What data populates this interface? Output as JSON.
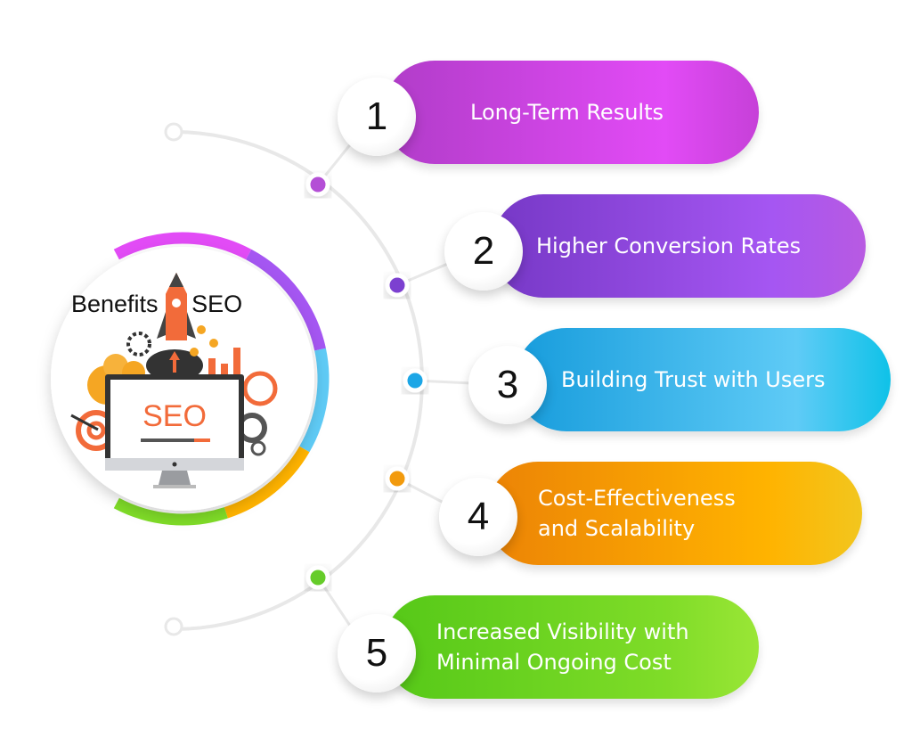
{
  "title": "Benefits of SEO",
  "monitor_text": "SEO",
  "items": [
    {
      "number": "1",
      "lines": [
        "Long-Term Results"
      ],
      "colors": [
        "#b03cc8",
        "#e24bf6",
        "#c640d8"
      ],
      "dot": "#b44fd6"
    },
    {
      "number": "2",
      "lines": [
        "Higher Conversion Rates"
      ],
      "colors": [
        "#7638c6",
        "#a556f2",
        "#b85ae2"
      ],
      "dot": "#7b3fd0"
    },
    {
      "number": "3",
      "lines": [
        "Building Trust with Users"
      ],
      "colors": [
        "#179cdc",
        "#5fcbf6",
        "#0fc2e8"
      ],
      "dot": "#1aa6e6"
    },
    {
      "number": "4",
      "lines": [
        "Cost-Effectiveness",
        "and Scalability"
      ],
      "colors": [
        "#ec8306",
        "#ffb300",
        "#f2c61e"
      ],
      "dot": "#f29a0a"
    },
    {
      "number": "5",
      "lines": [
        "Increased Visibility with",
        "Minimal Ongoing Cost"
      ],
      "colors": [
        "#55c818",
        "#7fdc28",
        "#9ae636"
      ],
      "dot": "#66cc2a"
    }
  ]
}
